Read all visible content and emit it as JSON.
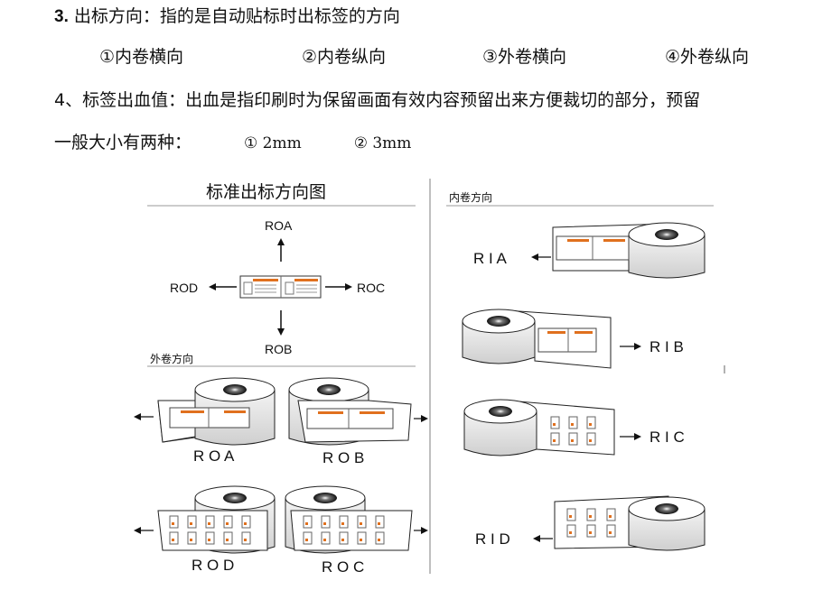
{
  "text": {
    "line1_num": "3.",
    "line1": "出标方向：指的是自动贴标时出标签的方向",
    "options": [
      "①内卷横向",
      "②内卷纵向",
      "③外卷横向",
      "④外卷纵向"
    ],
    "line3": "4、标签出血值：出血是指印刷时为保留画面有效内容预留出来方便裁切的部分，预留",
    "line4": "一般大小有两种：",
    "sizes": [
      "①  2mm",
      "②  3mm"
    ]
  },
  "figure": {
    "standard_title": "标准出标方向图",
    "outer_title": "外卷方向",
    "inner_title": "内卷方向",
    "dir_up": "ROA",
    "dir_down": "ROB",
    "dir_left": "ROD",
    "dir_right": "ROC",
    "outer_labels": [
      "R O A",
      "R O B",
      "R O D",
      "R O C"
    ],
    "inner_labels": [
      "R I A",
      "R I B",
      "R I C",
      "R I D"
    ]
  },
  "colors": {
    "accent_orange": "#e0701e",
    "roll_gray": "#d8d8d8"
  }
}
